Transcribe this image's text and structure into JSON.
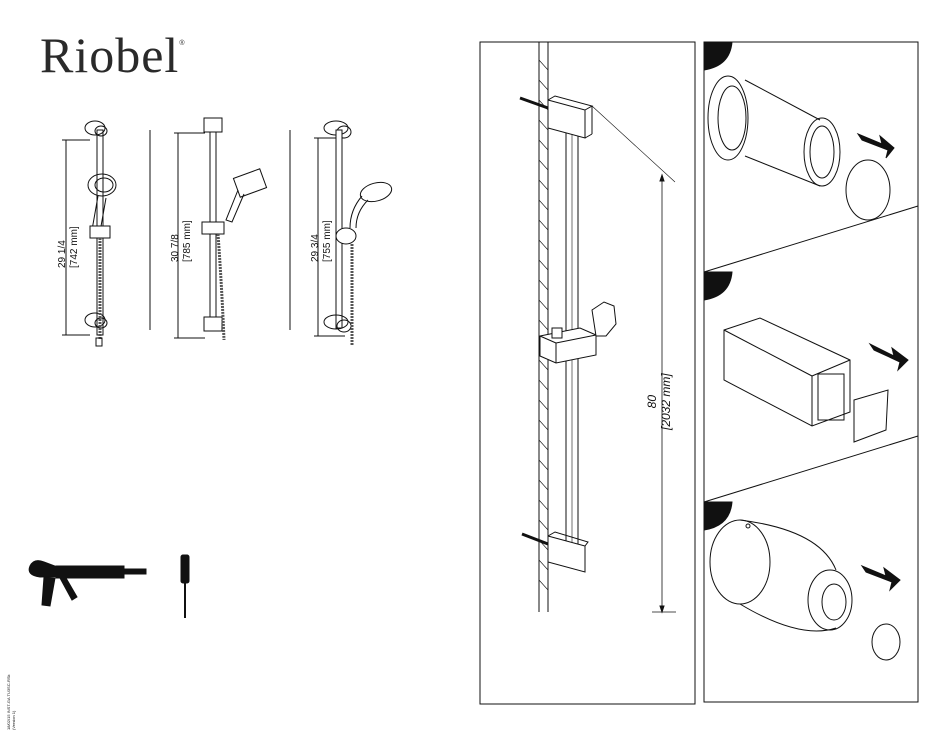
{
  "brand": {
    "name": "Riobel",
    "mark": "®"
  },
  "variants": [
    {
      "dimension": "29 1/4",
      "metric": "[742 mm]"
    },
    {
      "dimension": "30 7/8",
      "metric": "[785 mm]"
    },
    {
      "dimension": "29 3/4",
      "metric": "[755 mm]"
    }
  ],
  "main_dimension": {
    "value": "80",
    "metric": "[2032 mm]"
  },
  "document_code": {
    "line1": "18/02/15  INST-GA  TU3SC-RSk",
    "line2": "(Version 1)"
  },
  "tools": [
    "caulking-gun",
    "screwdriver"
  ],
  "steps": [
    "cap-removal-round",
    "cap-removal-square",
    "cap-removal-cylinder"
  ]
}
